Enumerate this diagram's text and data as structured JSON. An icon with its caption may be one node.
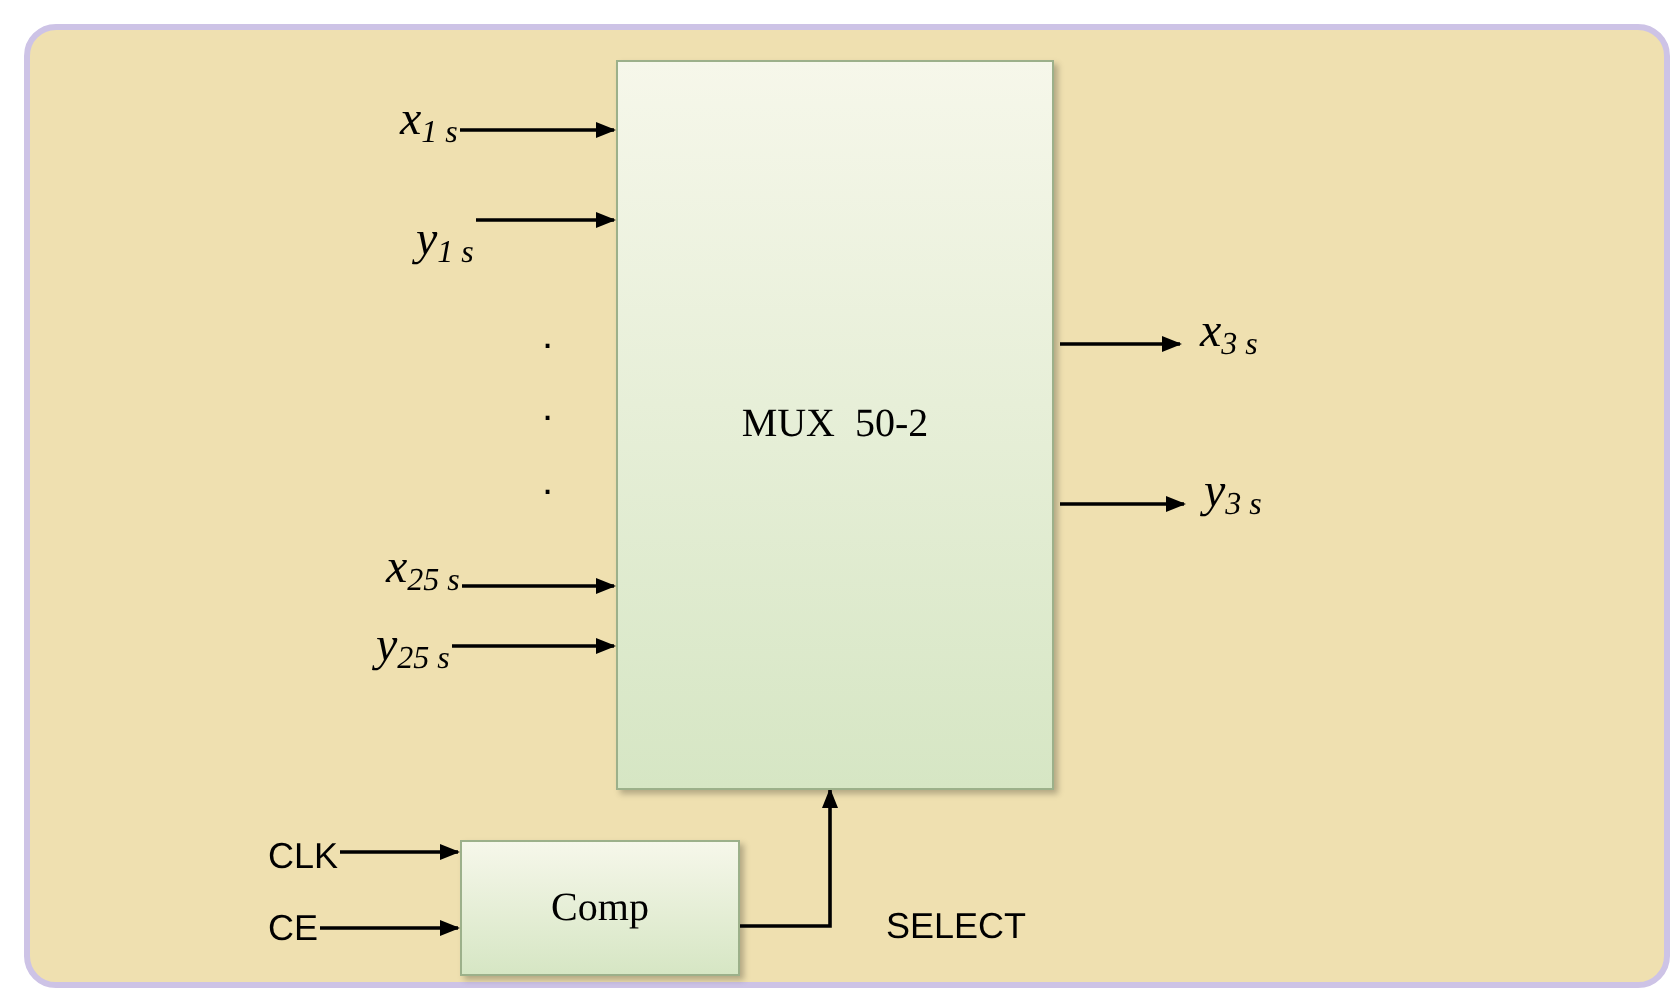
{
  "diagram": {
    "nodes": [
      {
        "text": [
          "x$_{1 s}$"
        ]
      },
      {
        "text": [
          "y$_{1 s}$"
        ]
      },
      {
        "text": [
          "x$_{25 s}$"
        ]
      },
      {
        "text": [
          "y$_{25 s}$"
        ]
      },
      {
        "text": [
          "MUX  50-2"
        ]
      },
      {
        "text": [
          "x$_{3 s}$"
        ]
      },
      {
        "text": [
          "y$_{3 s}$"
        ]
      },
      {
        "text": [
          "CLK"
        ]
      },
      {
        "text": [
          "CE"
        ]
      },
      {
        "text": [
          "Comp"
        ]
      }
    ],
    "edges": [
      {
        "from": 0,
        "to": 4,
        "arrow": "to"
      },
      {
        "from": 1,
        "to": 4,
        "arrow": "to"
      },
      {
        "from": 2,
        "to": 4,
        "arrow": "to"
      },
      {
        "from": 3,
        "to": 4,
        "arrow": "to"
      },
      {
        "from": 4,
        "to": 5,
        "arrow": "to"
      },
      {
        "from": 4,
        "to": 6,
        "arrow": "to"
      },
      {
        "from": 7,
        "to": 9,
        "arrow": "to"
      },
      {
        "from": 8,
        "to": 9,
        "arrow": "to"
      },
      {
        "from": 9,
        "to": 4,
        "arrow": "to",
        "label": "SELECT"
      }
    ],
    "labels": [
      ".",
      ".",
      "."
    ]
  }
}
